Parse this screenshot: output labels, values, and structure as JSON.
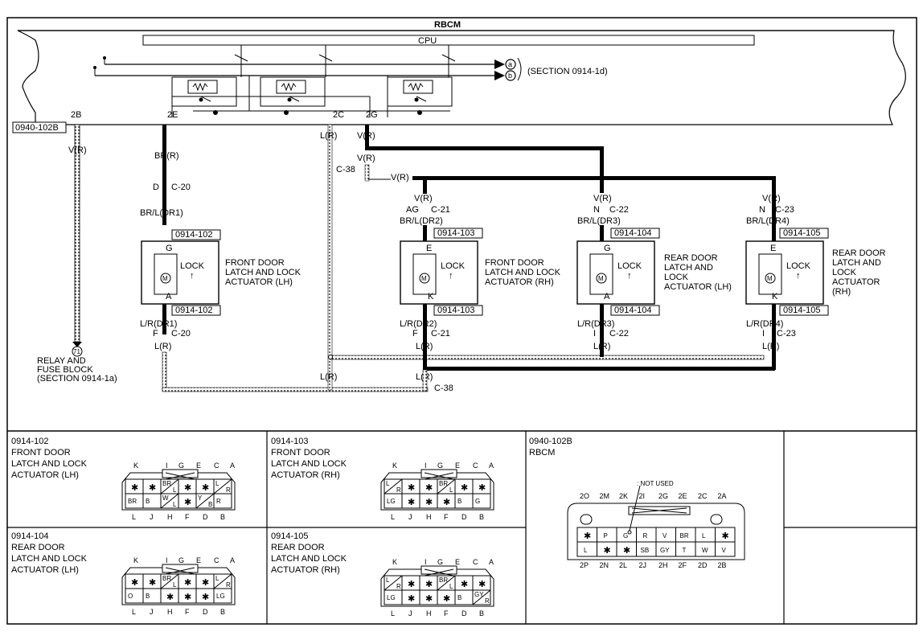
{
  "rbcm": {
    "title": "RBCM",
    "cpu": "CPU",
    "section_ref": "(SECTION 0914-1d)",
    "out_a": "a",
    "out_b": "b",
    "pin_2b": "2B",
    "pin_2e": "2E",
    "pin_2c": "2C",
    "pin_2g": "2G",
    "conn_tag": "0940-102B"
  },
  "wires": {
    "v_r": "V(R)",
    "br_r": "BR(R)",
    "l_r": "L(R)",
    "c20_top": "D",
    "c20_name": "C-20",
    "br_l_dr1": "BR/L(DR1)",
    "l_r_dr1": "L/R(DR1)",
    "c20_bot": "F",
    "c38": "C-38",
    "c21_top": "AG",
    "c21_name": "C-21",
    "br_l_dr2": "BR/L(DR2)",
    "l_r_dr2": "L/R(DR2)",
    "c21_bot": "F",
    "c22_top": "N",
    "c22_name": "C-22",
    "br_l_dr3": "BR/L(DR3)",
    "l_r_dr3": "L/R(DR3)",
    "c22_bot": "I",
    "c23_top": "N",
    "c23_name": "C-23",
    "br_l_dr4": "BR/L(DR4)",
    "l_r_dr4": "L/R(DR4)",
    "c23_bot": "I",
    "relay_ref": "71",
    "relay_label_1": "RELAY AND",
    "relay_label_2": "FUSE BLOCK",
    "relay_label_3": "(SECTION 0914-1a)"
  },
  "actuators": [
    {
      "conn": "0914-102",
      "pin_top": "G",
      "pin_bot": "A",
      "lock": "LOCK",
      "motor": "M",
      "name_1": "FRONT DOOR",
      "name_2": "LATCH AND LOCK",
      "name_3": "ACTUATOR (LH)",
      "name_4": ""
    },
    {
      "conn": "0914-103",
      "pin_top": "E",
      "pin_bot": "K",
      "lock": "LOCK",
      "motor": "M",
      "name_1": "FRONT DOOR",
      "name_2": "LATCH AND LOCK",
      "name_3": "ACTUATOR (RH)",
      "name_4": ""
    },
    {
      "conn": "0914-104",
      "pin_top": "G",
      "pin_bot": "A",
      "lock": "LOCK",
      "motor": "M",
      "name_1": "REAR DOOR",
      "name_2": "LATCH AND",
      "name_3": "LOCK",
      "name_4": "ACTUATOR (LH)"
    },
    {
      "conn": "0914-105",
      "pin_top": "E",
      "pin_bot": "K",
      "lock": "LOCK",
      "motor": "M",
      "name_1": "REAR DOOR",
      "name_2": "LATCH AND",
      "name_3": "LOCK",
      "name_4": "ACTUATOR"
    },
    {
      "extra": "(RH)"
    }
  ],
  "views": {
    "top_letters": [
      "K",
      "I",
      "G",
      "E",
      "C",
      "A"
    ],
    "bot_letters": [
      "L",
      "J",
      "H",
      "F",
      "D",
      "B"
    ],
    "v102": {
      "id": "0914-102",
      "l1": "FRONT DOOR",
      "l2": "LATCH AND LOCK",
      "l3": "ACTUATOR (LH)",
      "row1": [
        "*",
        "*",
        "BR",
        "*",
        "*",
        "L"
      ],
      "row1b": [
        "",
        "",
        "L",
        "",
        "",
        "R"
      ],
      "row2": [
        "BR",
        "B",
        "W",
        "*",
        "Y",
        "R"
      ],
      "row2b": [
        "",
        "",
        "L",
        "",
        "B",
        ""
      ]
    },
    "v103": {
      "id": "0914-103",
      "l1": "FRONT DOOR",
      "l2": "LATCH AND LOCK",
      "l3": "ACTUATOR (RH)",
      "row1": [
        "L",
        "*",
        "*",
        "BR",
        "*",
        "*"
      ],
      "row1b": [
        "R",
        "",
        "",
        "L",
        "",
        ""
      ],
      "row2": [
        "LG",
        "*",
        "*",
        "*",
        "B",
        "G"
      ]
    },
    "v104": {
      "id": "0914-104",
      "l1": "REAR DOOR",
      "l2": "LATCH AND LOCK",
      "l3": "ACTUATOR (LH)",
      "row1": [
        "*",
        "*",
        "BR",
        "*",
        "*",
        "L"
      ],
      "row1b": [
        "",
        "",
        "L",
        "",
        "",
        "R"
      ],
      "row2": [
        "O",
        "B",
        "*",
        "*",
        "*",
        "LG"
      ]
    },
    "v105": {
      "id": "0914-105",
      "l1": "REAR DOOR",
      "l2": "LATCH AND LOCK",
      "l3": "ACTUATOR (RH)",
      "row1": [
        "L",
        "*",
        "*",
        "BR",
        "*",
        "*"
      ],
      "row1b": [
        "R",
        "",
        "",
        "L",
        "",
        ""
      ],
      "row2": [
        "LG",
        "*",
        "*",
        "*",
        "B",
        "GY"
      ],
      "row2b": [
        "",
        "",
        "",
        "",
        "",
        "R"
      ]
    },
    "rbcm": {
      "id": "0940-102B",
      "name": "RBCM",
      "not_used": ": NOT USED",
      "top_letters": [
        "2O",
        "2M",
        "2K",
        "2I",
        "2G",
        "2E",
        "2C",
        "2A"
      ],
      "bot_letters": [
        "2P",
        "2N",
        "2L",
        "2J",
        "2H",
        "2F",
        "2D",
        "2B"
      ],
      "row1": [
        "*",
        "P",
        "G",
        "R",
        "V",
        "BR",
        "L",
        "*"
      ],
      "row2": [
        "L",
        "*",
        "*",
        "SB",
        "GY",
        "T",
        "W",
        "V"
      ]
    }
  }
}
